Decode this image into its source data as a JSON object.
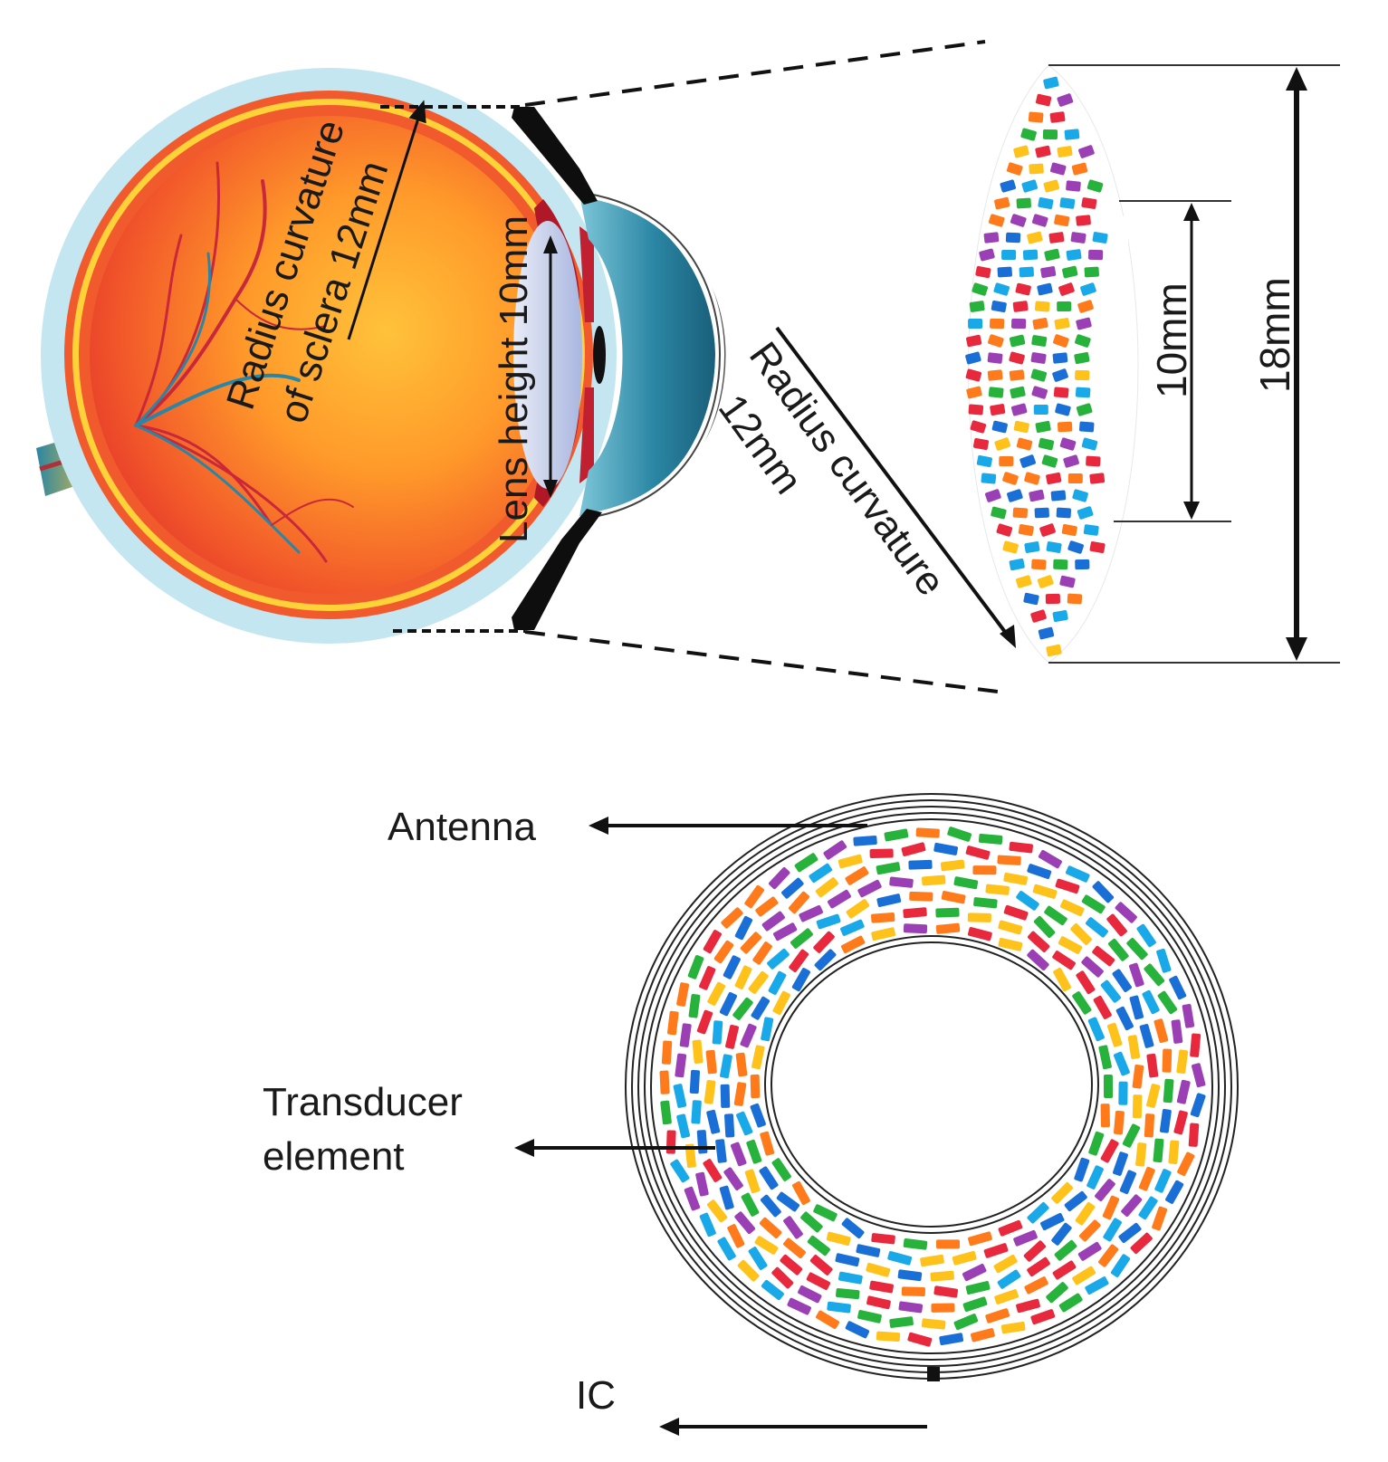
{
  "eye_labels": {
    "radius_sclera_line1": "Radius curvature",
    "radius_sclera_line2": "of sclera 12mm",
    "lens_height": "Lens height 10mm"
  },
  "lens_labels": {
    "radius_curvature_line1": "Radius curvature",
    "radius_curvature_line2": "12mm",
    "inner_dimension": "10mm",
    "outer_dimension": "18mm"
  },
  "ring_labels": {
    "antenna": "Antenna",
    "transducer_line1": "Transducer",
    "transducer_line2": "element",
    "ic": "IC"
  },
  "colors": {
    "element_palette": [
      "#e8283c",
      "#ff7a1a",
      "#ffc21a",
      "#27b23c",
      "#9b3fb5",
      "#1aa9e8",
      "#1a6fd6"
    ],
    "sclera": "#bfe6f0",
    "eyeball": "#f25a2a",
    "cornea": "#2a8aa8"
  },
  "icons": {
    "eye": "eye-cross-section-illustration",
    "lens": "curved-transducer-lens",
    "ring": "annular-transducer-array"
  }
}
